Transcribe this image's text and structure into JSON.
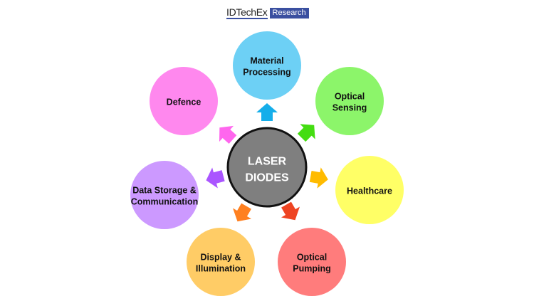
{
  "logo": {
    "brand": "IDTechEx",
    "tag": "Research"
  },
  "center": {
    "lines": [
      "LASER",
      "DIODES"
    ],
    "color": "#7f7f7f"
  },
  "applications": [
    {
      "lines": [
        "Material",
        "Processing"
      ],
      "color": "#6DD0F5",
      "arrow_color": "#15AEEA"
    },
    {
      "lines": [
        "Optical",
        "Sensing"
      ],
      "color": "#8CF56A",
      "arrow_color": "#44DD11"
    },
    {
      "lines": [
        "Healthcare"
      ],
      "color": "#FFFF66",
      "arrow_color": "#FFBB00"
    },
    {
      "lines": [
        "Optical",
        "Pumping"
      ],
      "color": "#FF7C7C",
      "arrow_color": "#EE4422"
    },
    {
      "lines": [
        "Display &",
        "Illumination"
      ],
      "color": "#FFCC66",
      "arrow_color": "#FF8020"
    },
    {
      "lines": [
        "Data Storage &",
        "Communication"
      ],
      "color": "#CC99FF",
      "arrow_color": "#AA55FF"
    },
    {
      "lines": [
        "Defence"
      ],
      "color": "#FF88EE",
      "arrow_color": "#FF66EE"
    }
  ]
}
